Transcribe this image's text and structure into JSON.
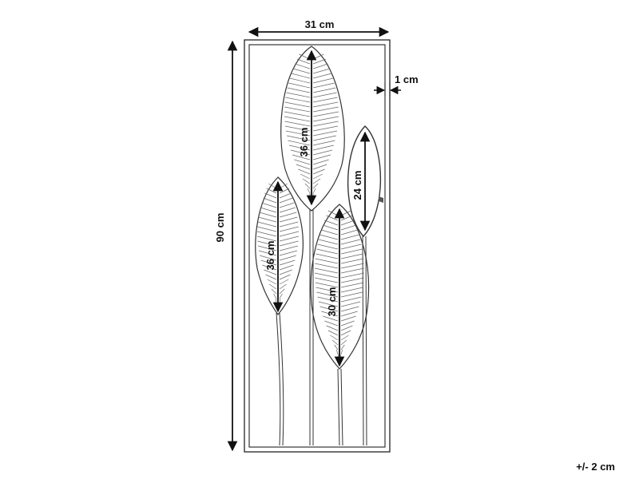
{
  "diagram": {
    "width_label": "31 cm",
    "height_label": "90 cm",
    "frame_thickness_label": "1 cm",
    "tolerance_label": "+/- 2 cm",
    "leaves": [
      {
        "id": "top-leaf",
        "length_label": "36 cm"
      },
      {
        "id": "left-leaf",
        "length_label": "36 cm"
      },
      {
        "id": "middle-leaf",
        "length_label": "30 cm"
      },
      {
        "id": "right-leaf",
        "length_label": "24 cm"
      }
    ]
  },
  "colors": {
    "line": "#111111",
    "arrow": "#111111",
    "background": "#ffffff"
  }
}
